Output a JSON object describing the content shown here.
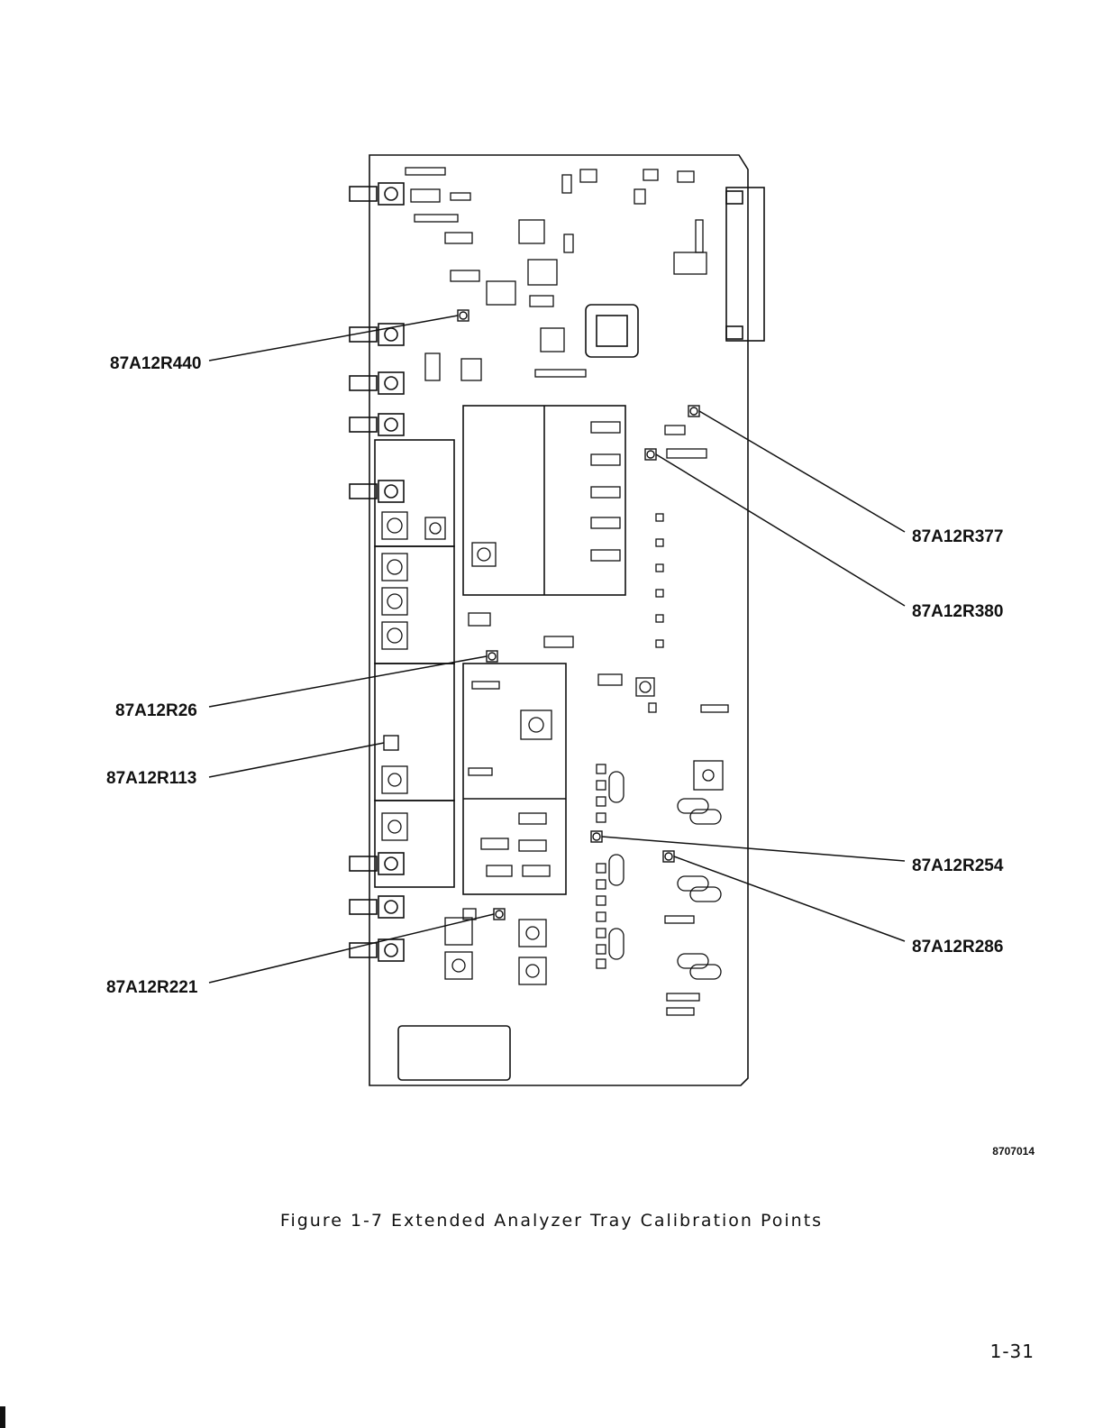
{
  "figure": {
    "caption": "Figure 1-7  Extended Analyzer Tray Calibration Points",
    "drawing_code": "8707014",
    "page_number": "1-31"
  },
  "callouts": [
    {
      "id": "r440",
      "label": "87A12R440"
    },
    {
      "id": "r377",
      "label": "87A12R377"
    },
    {
      "id": "r380",
      "label": "87A12R380"
    },
    {
      "id": "r26",
      "label": "87A12R26"
    },
    {
      "id": "r113",
      "label": "87A12R113"
    },
    {
      "id": "r254",
      "label": "87A12R254"
    },
    {
      "id": "r286",
      "label": "87A12R286"
    },
    {
      "id": "r221",
      "label": "87A12R221"
    }
  ]
}
